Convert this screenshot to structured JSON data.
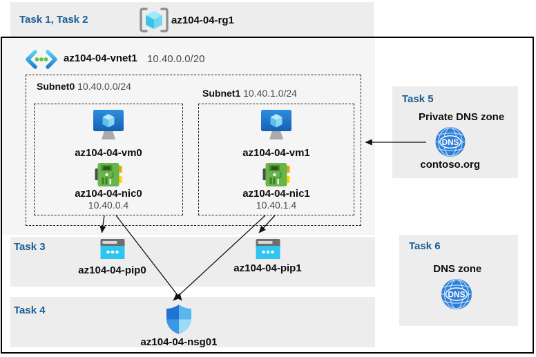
{
  "tasks": {
    "task12": {
      "label": "Task 1, Task 2"
    },
    "task3": {
      "label": "Task 3"
    },
    "task4": {
      "label": "Task 4"
    },
    "task5": {
      "label": "Task 5",
      "title": "Private DNS zone",
      "zone_name": "contoso.org"
    },
    "task6": {
      "label": "Task 6",
      "title": "DNS zone"
    }
  },
  "resource_group": {
    "name": "az104-04-rg1"
  },
  "vnet": {
    "name": "az104-04-vnet1",
    "cidr": "10.40.0.0/20"
  },
  "subnets": [
    {
      "name": "Subnet0",
      "cidr": "10.40.0.0/24",
      "vm": "az104-04-vm0",
      "nic": "az104-04-nic0",
      "nic_ip": "10.40.0.4"
    },
    {
      "name": "Subnet1",
      "cidr": "10.40.1.0/24",
      "vm": "az104-04-vm1",
      "nic": "az104-04-nic1",
      "nic_ip": "10.40.1.4"
    }
  ],
  "public_ips": [
    {
      "name": "az104-04-pip0"
    },
    {
      "name": "az104-04-pip1"
    }
  ],
  "nsg": {
    "name": "az104-04-nsg01"
  },
  "dns_label": "DNS",
  "colors": {
    "band_bg": "#ededed",
    "vnet_panel_bg": "#f5f5f5",
    "task_label_blue": "#1a5c96",
    "cyan_accent": "#2ec6ef",
    "azure_blue": "#1f6fc5",
    "nic_green": "#67b64c"
  },
  "connections": [
    {
      "from": "az104-04-nic0",
      "to": "az104-04-pip0"
    },
    {
      "from": "az104-04-nic0",
      "to": "az104-04-nsg01"
    },
    {
      "from": "az104-04-nic1",
      "to": "az104-04-pip1"
    },
    {
      "from": "az104-04-nic1",
      "to": "az104-04-nsg01"
    },
    {
      "from": "contoso.org",
      "to": "az104-04-vnet1"
    }
  ]
}
